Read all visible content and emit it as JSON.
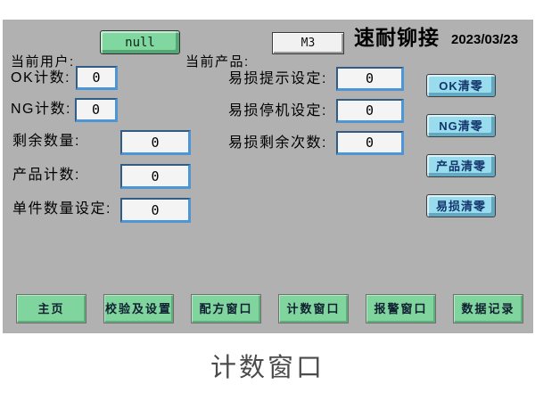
{
  "header": {
    "current_user_label": "当前用户:",
    "current_user_value": "null",
    "current_product_label": "当前产品:",
    "current_product_value": "M3",
    "brand": "速耐铆接",
    "date": "2023/03/23"
  },
  "counters": {
    "left": [
      {
        "label": "OK计数:",
        "value": "0"
      },
      {
        "label": "NG计数:",
        "value": "0"
      },
      {
        "label": "剩余数量:",
        "value": "0"
      },
      {
        "label": "产品计数:",
        "value": "0"
      },
      {
        "label": "单件数量设定:",
        "value": "0"
      }
    ],
    "middle": [
      {
        "label": "易损提示设定:",
        "value": "0"
      },
      {
        "label": "易损停机设定:",
        "value": "0"
      },
      {
        "label": "易损剩余次数:",
        "value": "0"
      }
    ]
  },
  "clear_buttons": [
    {
      "label": "OK清零"
    },
    {
      "label": "NG清零"
    },
    {
      "label": "产品清零"
    },
    {
      "label": "易损清零"
    }
  ],
  "nav_buttons": [
    {
      "label": "主页"
    },
    {
      "label": "校验及设置"
    },
    {
      "label": "配方窗口"
    },
    {
      "label": "计数窗口"
    },
    {
      "label": "报警窗口"
    },
    {
      "label": "数据记录"
    }
  ],
  "caption": "计数窗口",
  "colors": {
    "panel_bg": "#b1b1b1",
    "green_button": "#80d49e",
    "cyan_button": "#98dcee",
    "field_border_dark": "#2f5d86",
    "field_border_light": "#4d95d5"
  }
}
